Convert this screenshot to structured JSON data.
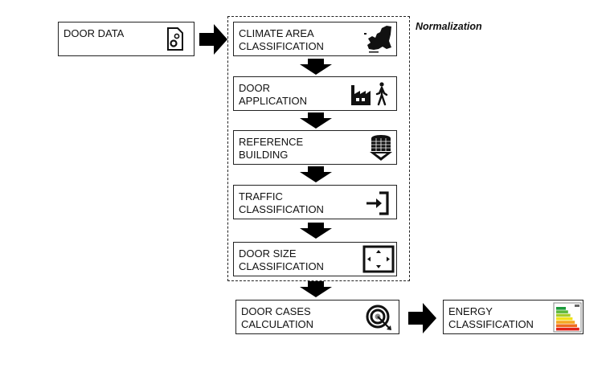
{
  "title_annotation": "Normalization",
  "nodes": {
    "door_data": "DOOR DATA",
    "climate": "CLIMATE AREA\nCLASSIFICATION",
    "application": "DOOR\nAPPLICATION",
    "reference": "REFERENCE\nBUILDING",
    "traffic": "TRAFFIC\nCLASSIFICATION",
    "size": "DOOR SIZE\nCLASSIFICATION",
    "cases": "DOOR CASES\nCALCULATION",
    "energy": "ENERGY\nCLASSIFICATION"
  },
  "energy_label_colors": [
    "#1a9a3a",
    "#5cb83a",
    "#a8cc2a",
    "#f2e21a",
    "#f5a623",
    "#ef6b1f",
    "#e2231a"
  ]
}
